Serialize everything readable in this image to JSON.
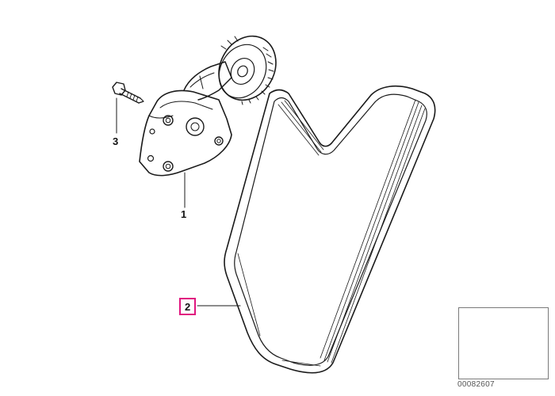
{
  "callouts": [
    {
      "id": "1",
      "label": "1",
      "highlighted": false
    },
    {
      "id": "2",
      "label": "2",
      "highlighted": true
    },
    {
      "id": "3",
      "label": "3",
      "highlighted": false
    }
  ],
  "parts": [
    {
      "callout": "1",
      "icon": "belt-tensioner-icon"
    },
    {
      "callout": "2",
      "icon": "ribbed-v-belt-icon"
    },
    {
      "callout": "3",
      "icon": "hex-bolt-icon"
    }
  ],
  "thumbnail": {
    "icon": "car-sedan-icon",
    "image_number": "00082607"
  },
  "colors": {
    "line": "#1a1a1a",
    "highlight": "#e0157f",
    "frame": "#7a7a7a"
  }
}
